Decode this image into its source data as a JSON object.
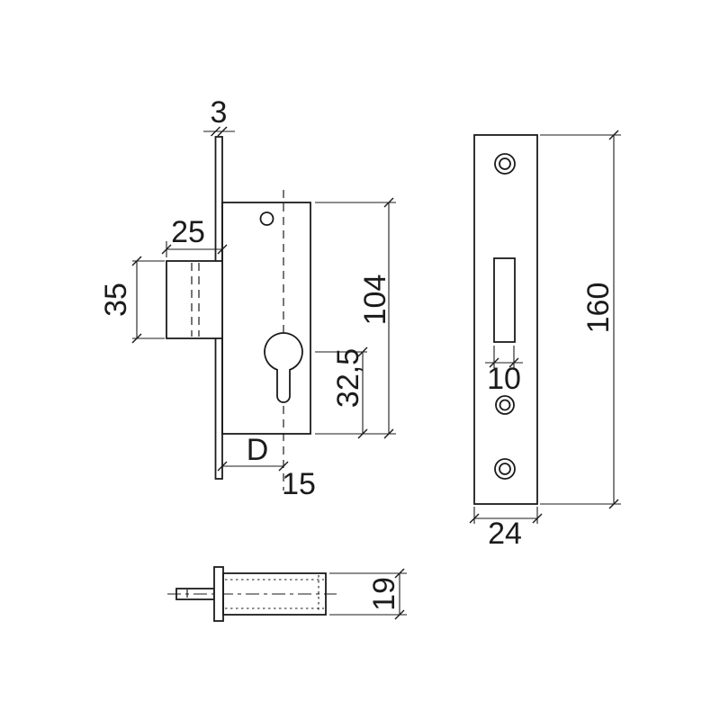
{
  "diagram": {
    "labels": {
      "faceplate_thickness": "3",
      "latch_width": "25",
      "latch_height": "35",
      "case_height": "104",
      "axis_to_bottom": "32,5",
      "backset_letter": "D",
      "backset": "15",
      "strike_height": "160",
      "slot_width": "10",
      "strike_width": "24",
      "case_depth": "19"
    },
    "colors": {
      "line": "#1b1b1b",
      "background": "#ffffff"
    }
  }
}
